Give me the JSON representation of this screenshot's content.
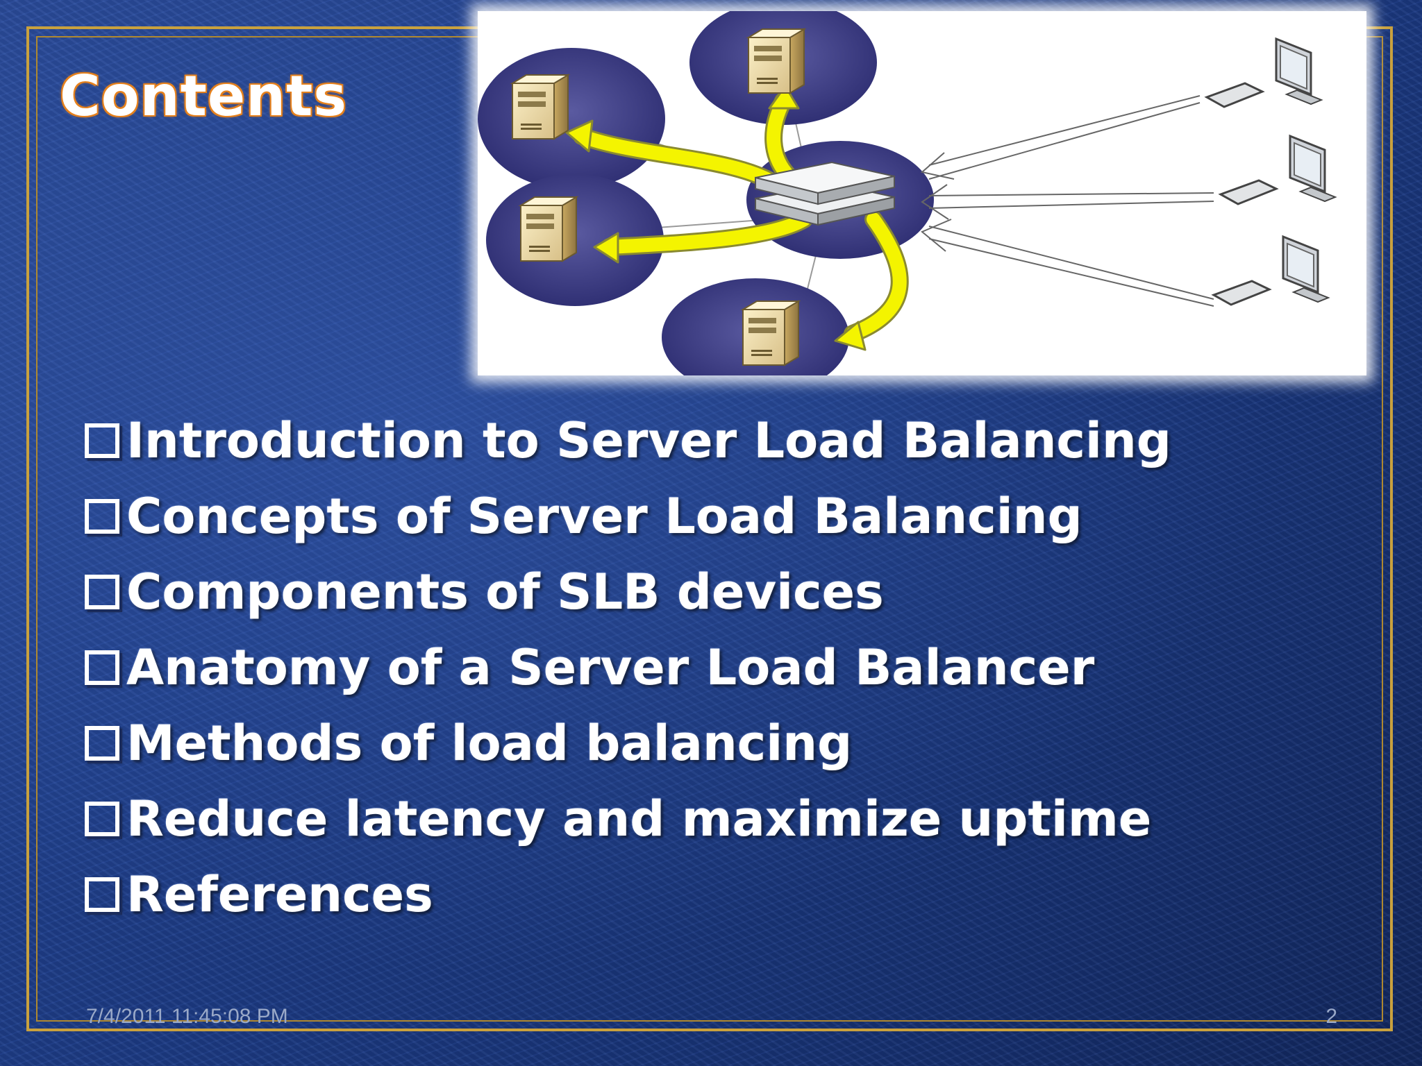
{
  "slide": {
    "title": "Contents",
    "bullets": [
      "Introduction to Server Load Balancing",
      "Concepts of Server Load Balancing",
      "Components of SLB devices",
      "Anatomy of a Server Load Balancer",
      "Methods of load balancing",
      "Reduce latency and maximize uptime",
      "References"
    ],
    "footer": {
      "date": "7/4/2011 11:45:08 PM",
      "page": "2"
    }
  },
  "diagram": {
    "icons": [
      "server-icon",
      "server-icon",
      "server-icon",
      "server-icon",
      "load-balancer-icon",
      "client-computer-icon",
      "client-computer-icon",
      "client-computer-icon"
    ],
    "colors": {
      "node_circle": "#4a4a8e",
      "arrow": "#ffff00",
      "border_gold": "#c9a13e",
      "title_glow": "#e6821e"
    }
  }
}
